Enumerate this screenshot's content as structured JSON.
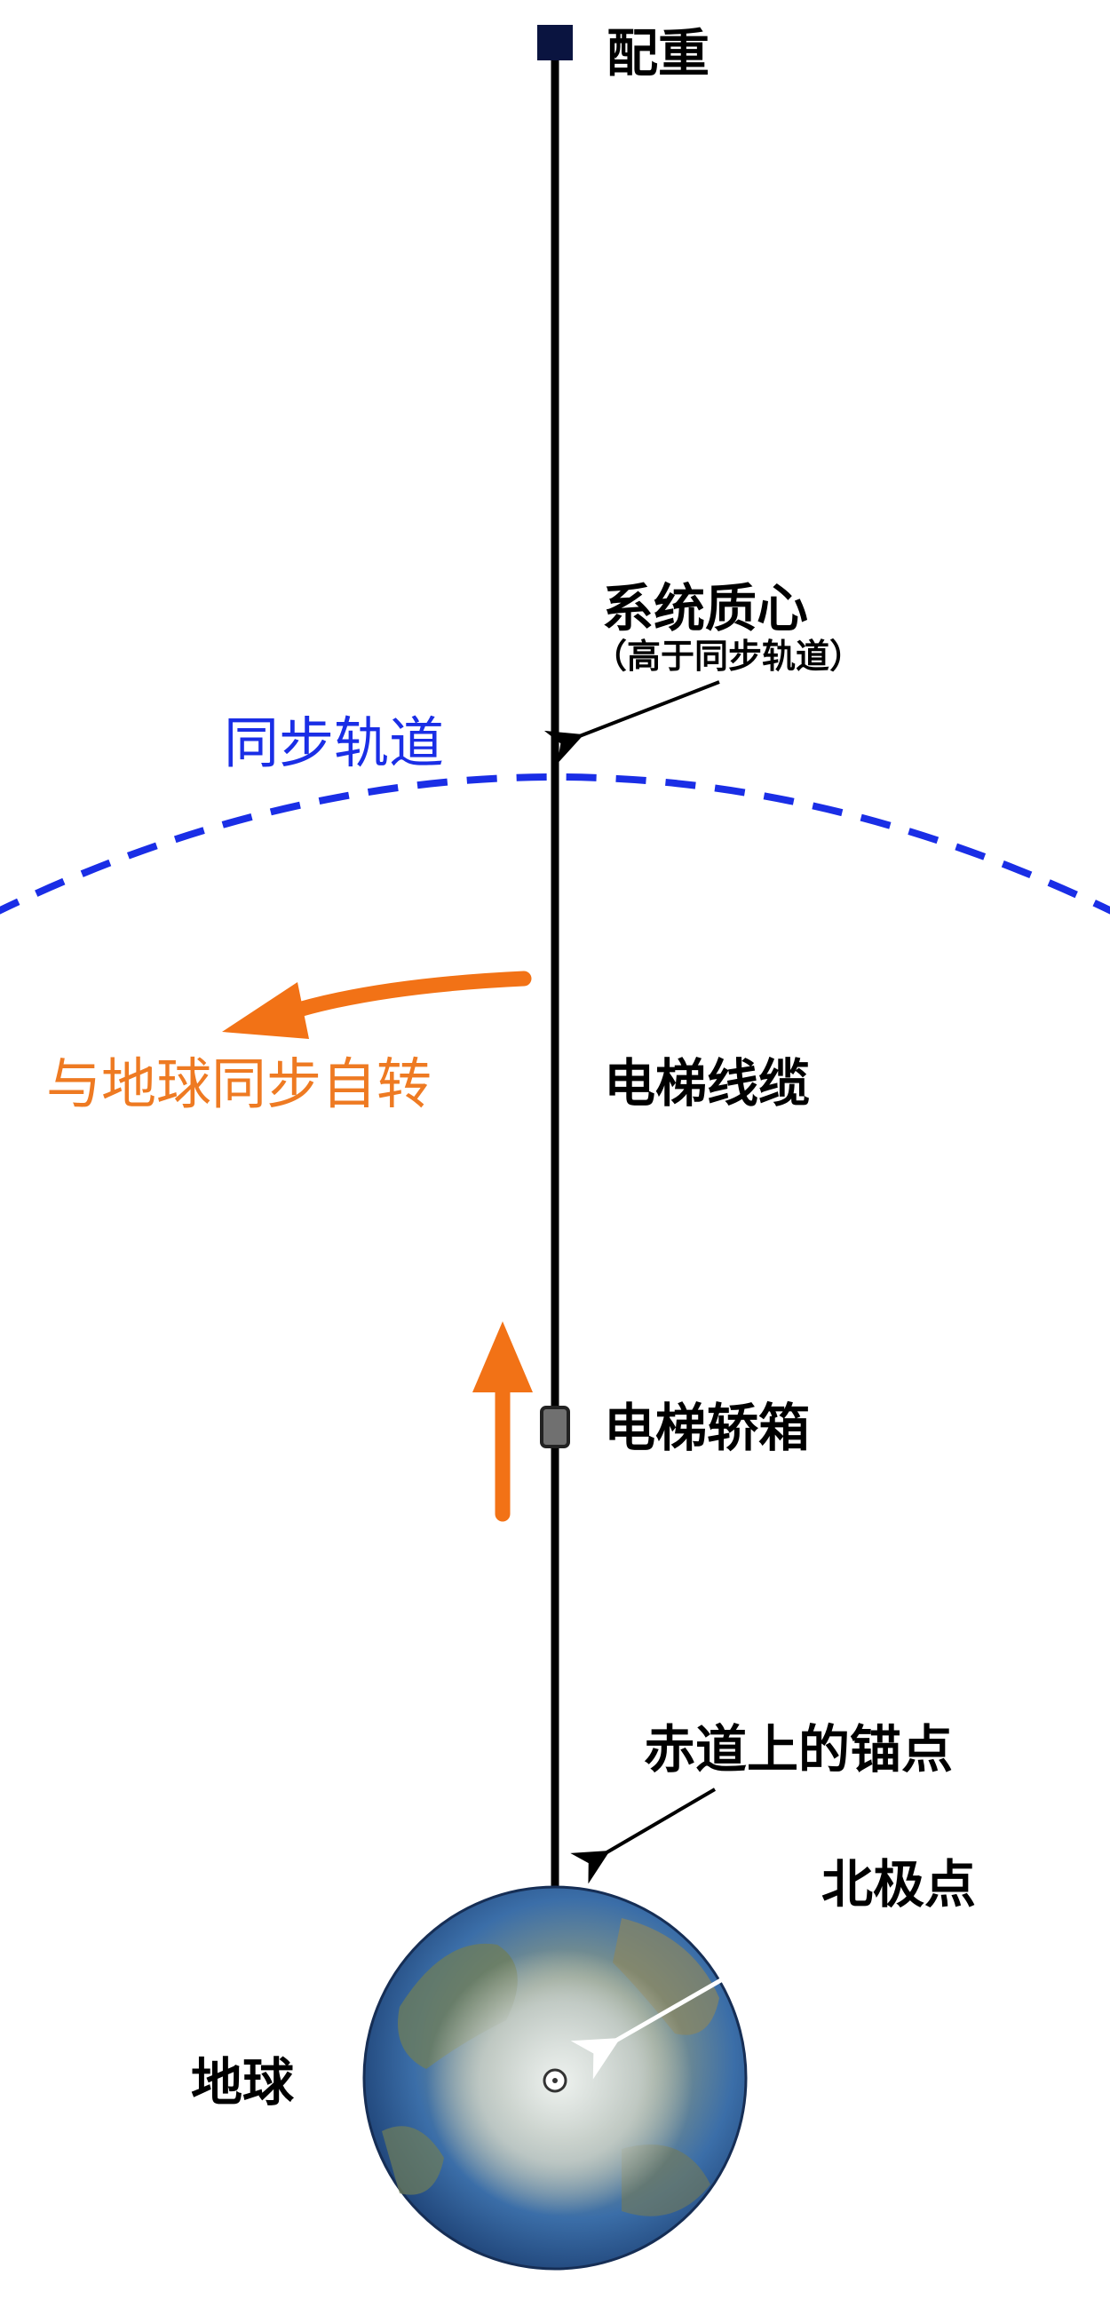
{
  "labels": {
    "counterweight": "配重",
    "center_of_mass": "系统质心",
    "center_of_mass_note": "（高于同步轨道）",
    "geo_orbit": "同步轨道",
    "rotation": "与地球同步自转",
    "cable": "电梯线缆",
    "climber": "电梯轿箱",
    "anchor": "赤道上的锚点",
    "north_pole": "北极点",
    "earth": "地球"
  },
  "colors": {
    "cable": "#000000",
    "counterweight": "#0a1440",
    "orbit": "#1a2ee6",
    "rotation_arrow": "#f27216",
    "rotation_text": "#ee7a22",
    "ascent_arrow": "#f27216",
    "earth_ocean": "#2a5a9a",
    "earth_land": "#7f8f6a",
    "earth_ice": "#d6dcd8"
  }
}
